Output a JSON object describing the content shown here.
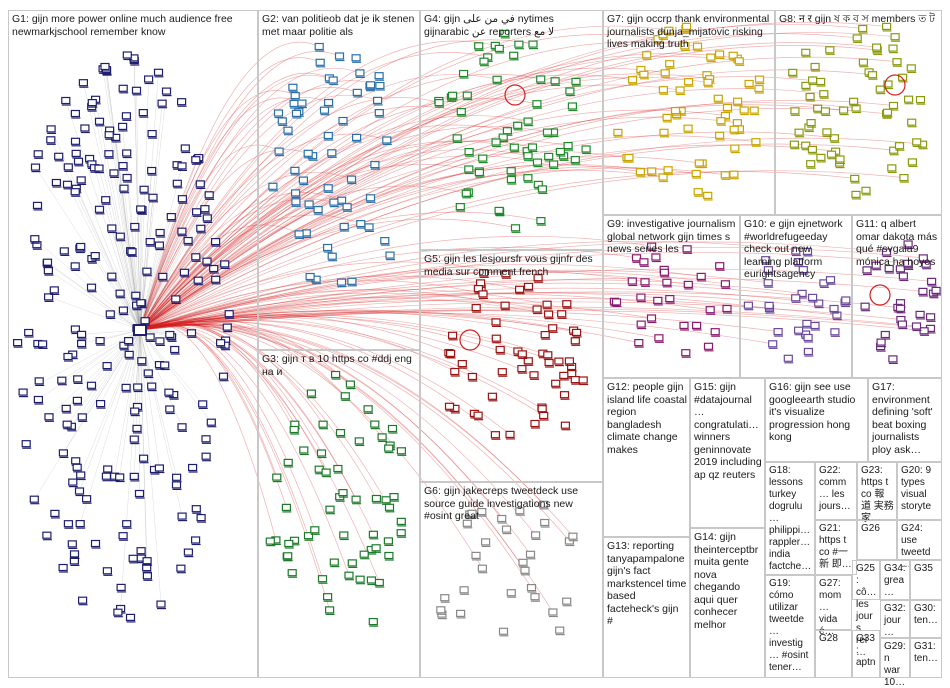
{
  "groups": [
    {
      "id": "G1",
      "label": "G1: gijn more power online much audience free newmarkjschool remember know",
      "color": "#1f1f6e"
    },
    {
      "id": "G2",
      "label": "G2: van politieob dat je ik stenen met maar politie als",
      "color": "#2a6fa8"
    },
    {
      "id": "G3",
      "label": "G3: gijn т в 10 https co #ddj eng на и",
      "color": "#1c7a2a"
    },
    {
      "id": "G4",
      "label": "G4: gijn في من على nytimes gijnarabic عن reporters لا مع",
      "color": "#1f8a2a"
    },
    {
      "id": "G5",
      "label": "G5: gijn les lesjoursfr vous gijnfr des media sur comment french",
      "color": "#9a1414"
    },
    {
      "id": "G6",
      "label": "G6: gijn jakecreps tweetdeck use source guide investigations new #osint great",
      "color": "#888888"
    },
    {
      "id": "G7",
      "label": "G7: gijn occrp thank environmental journalists dunja_mijatovic risking lives making truth",
      "color": "#c9a400"
    },
    {
      "id": "G8",
      "label": "G8: न र gijn ষ ক ব স members ত ট",
      "color": "#8a9a10"
    },
    {
      "id": "G9",
      "label": "G9: investigative journalism global network gijn times s news series les",
      "color": "#8a1a6e"
    },
    {
      "id": "G10",
      "label": "G10: e gijn ejnetwork #worldrefugeeday check out new learning platform eurightsagency",
      "color": "#6a4a9a"
    },
    {
      "id": "G11",
      "label": "G11: q albert omar dakota más qué #svgala9 mónica ha hoyos",
      "color": "#6a2a7a"
    },
    {
      "id": "G12",
      "label": "G12: people gijn island life coastal region bangladesh climate change makes",
      "color": "#1a1a6e"
    },
    {
      "id": "G13",
      "label": "G13: reporting tanyapampalone gijn's fact markstencel time based facteheck's gijn #",
      "color": "#1a1a6e"
    },
    {
      "id": "G14",
      "label": "G14: gijn theinterceptbr muita gente nova chegando aqui quer conhecer melhor",
      "color": "#1a1a6e"
    },
    {
      "id": "G15",
      "label": "G15: gijn #datajournal… congratulati… winners geninnovate 2019 including ap qz reuters",
      "color": "#8a8a10"
    },
    {
      "id": "G16",
      "label": "G16: gijn see use googleearth studio it's visualize progression hong kong",
      "color": "#1a1a6e"
    },
    {
      "id": "G17",
      "label": "G17: environment defining 'soft' beat boxing journalists ploy ask…",
      "color": "#9a1414"
    },
    {
      "id": "G18",
      "label": "G18: lessons turkey dogrulu… philippi… rappler… india factche…",
      "color": "#1a1a6e"
    },
    {
      "id": "G19",
      "label": "G19: cómo utilizar tweetde… investig… #osint tener…",
      "color": "#1a1a6e"
    },
    {
      "id": "G20",
      "label": "G20: 9 types visual storyte…",
      "color": "#1a1a6e"
    },
    {
      "id": "G21",
      "label": "G21: https t co #一 新 即…",
      "color": "#1a1a6e"
    },
    {
      "id": "G22",
      "label": "G22: comm… les jours…",
      "color": "#1a1a6e"
    },
    {
      "id": "G23",
      "label": "G23: https t co 報道 実務家…",
      "color": "#1a1a6e"
    },
    {
      "id": "G24",
      "label": "G24: use tweetd…",
      "color": "#1a1a6e"
    },
    {
      "id": "G25",
      "label": "G25: cô… les jours réi…",
      "color": "#1a1a6e"
    },
    {
      "id": "G26",
      "label": "G26",
      "color": "#1a1a6e"
    },
    {
      "id": "G27",
      "label": "G27: mom… vida é…",
      "color": "#1a1a6e"
    },
    {
      "id": "G28",
      "label": "G28",
      "color": "#1a1a6e"
    },
    {
      "id": "G29",
      "label": "G29: n war 10…",
      "color": "#1a1a6e"
    },
    {
      "id": "G30",
      "label": "G30: ten…",
      "color": "#1a1a6e"
    },
    {
      "id": "G31",
      "label": "G31: ten…",
      "color": "#1a1a6e"
    },
    {
      "id": "G32",
      "label": "G32: jour…",
      "color": "#1a1a6e"
    },
    {
      "id": "G33",
      "label": "G33: aptn",
      "color": "#1a1a6e"
    },
    {
      "id": "G34",
      "label": "G34: grea…",
      "color": "#1a1a6e"
    },
    {
      "id": "G35",
      "label": "G35",
      "color": "#1a1a6e"
    }
  ],
  "colors": {
    "edge_red": "#d42020",
    "edge_gray": "#9a9a9a",
    "border": "#c8c8c8",
    "hub": "#1f1f6e"
  }
}
